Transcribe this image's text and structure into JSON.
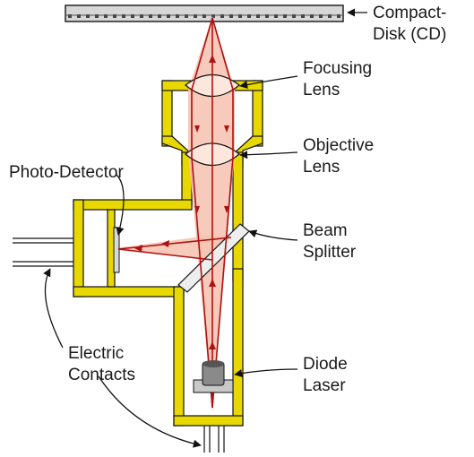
{
  "labels": {
    "cd": [
      "Compact-",
      "Disk (CD)"
    ],
    "focusing_lens": [
      "Focusing",
      "Lens"
    ],
    "objective_lens": [
      "Objective",
      "Lens"
    ],
    "photo_detector": "Photo-Detector",
    "beam_splitter": [
      "Beam",
      "Splitter"
    ],
    "electric_contacts": [
      "Electric",
      "Contacts"
    ],
    "diode_laser": [
      "Diode",
      "Laser"
    ]
  },
  "colors": {
    "housing": "#e8d800",
    "beam": "#f6c4b4",
    "ray": "#b01010",
    "lens": "#fde7dc",
    "laser": "#8a8a8a",
    "line": "#111111"
  }
}
